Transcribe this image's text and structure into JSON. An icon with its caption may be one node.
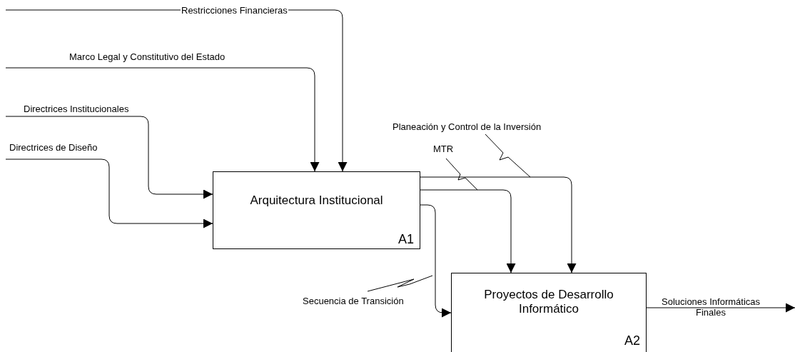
{
  "diagram": {
    "nodes": [
      {
        "text": [
          "Arquitectura Institucional",
          "A1"
        ]
      },
      {
        "text": [
          "Proyectos de Desarrollo Informático",
          "A2"
        ]
      }
    ],
    "edges": [
      {
        "from": null,
        "to": 0,
        "arrow": "to",
        "label": "Restricciones Financieras"
      },
      {
        "from": null,
        "to": 0,
        "arrow": "to",
        "label": "Marco Legal y Constitutivo del Estado"
      },
      {
        "from": null,
        "to": 0,
        "arrow": "to",
        "label": "Directrices Institucionales"
      },
      {
        "from": null,
        "to": 0,
        "arrow": "to",
        "label": "Directrices de Diseño"
      },
      {
        "from": 0,
        "to": 1,
        "arrow": "to",
        "label": "Planeación y Control de la Inversión"
      },
      {
        "from": 0,
        "to": 1,
        "arrow": "to",
        "label": "MTR"
      },
      {
        "from": 0,
        "to": 1,
        "arrow": "to",
        "label": "Secuencia de Transición"
      },
      {
        "from": 1,
        "to": null,
        "arrow": "to",
        "label": "Soluciones Informáticas Finales"
      }
    ]
  }
}
